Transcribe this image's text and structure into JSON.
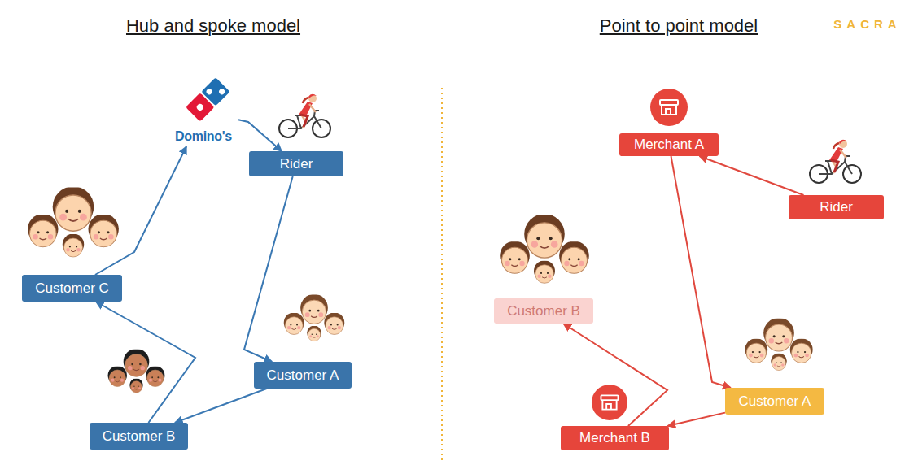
{
  "diagram": {
    "nodes": [
      {
        "text": [
          "Domino's"
        ]
      },
      {
        "text": [
          "Rider"
        ]
      },
      {
        "text": [
          "Customer C"
        ]
      },
      {
        "text": [
          "Customer A"
        ]
      },
      {
        "text": [
          "Customer B"
        ]
      },
      {
        "text": [
          "Merchant A"
        ]
      },
      {
        "text": [
          "Rider"
        ]
      },
      {
        "text": [
          "Customer B"
        ]
      },
      {
        "text": [
          "Customer A"
        ]
      },
      {
        "text": [
          "Merchant B"
        ]
      }
    ],
    "edges": [
      {
        "from": 2,
        "to": 0,
        "arrow": "to"
      },
      {
        "from": 0,
        "to": 1,
        "arrow": "to"
      },
      {
        "from": 1,
        "to": 3,
        "arrow": "to"
      },
      {
        "from": 3,
        "to": 4,
        "arrow": "to"
      },
      {
        "from": 4,
        "to": 2,
        "arrow": "to"
      },
      {
        "from": 6,
        "to": 5,
        "arrow": "to"
      },
      {
        "from": 5,
        "to": 8,
        "arrow": "to"
      },
      {
        "from": 8,
        "to": 9,
        "arrow": "to"
      },
      {
        "from": 9,
        "to": 7,
        "arrow": "to"
      }
    ],
    "labels": [
      "Hub and spoke model",
      "Point to point model",
      "SACRA"
    ]
  }
}
